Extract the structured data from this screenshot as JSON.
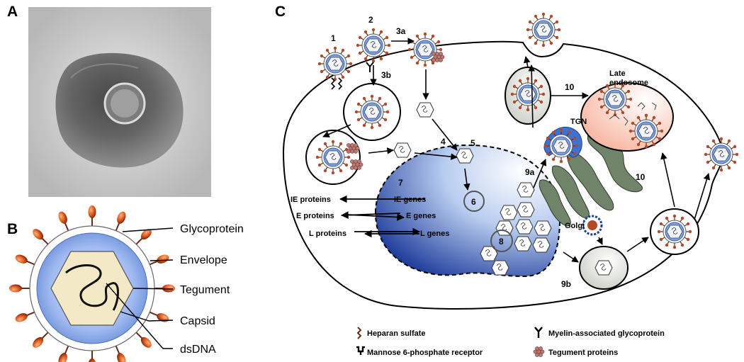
{
  "panels": {
    "a": "A",
    "b": "B",
    "c": "C"
  },
  "virion_labels": [
    "Glycoprotein",
    "Envelope",
    "Tegument",
    "Capsid",
    "dsDNA"
  ],
  "steps": {
    "s1": "1",
    "s2": "2",
    "s3a": "3a",
    "s3b": "3b",
    "s4": "4",
    "s5": "5",
    "s6": "6",
    "s7": "7",
    "s8": "8",
    "s9a": "9a",
    "s9b": "9b",
    "s10a": "10",
    "s10b": "10"
  },
  "compartments": {
    "late_endosome_1": "Late",
    "late_endosome_2": "endosome",
    "tgn": "TGN",
    "golgi": "Golgi"
  },
  "genes": {
    "ie_proteins": "IE proteins",
    "ie_genes": "IE genes",
    "e_proteins": "E proteins",
    "e_genes": "E genes",
    "l_proteins": "L proteins",
    "l_genes": "L genes"
  },
  "legend": {
    "heparan": "Heparan sulfate",
    "mag": "Myelin-associated glycoprotein",
    "m6pr": "Mannose 6-phosphate receptor",
    "tegument": "Tegument proteins"
  }
}
